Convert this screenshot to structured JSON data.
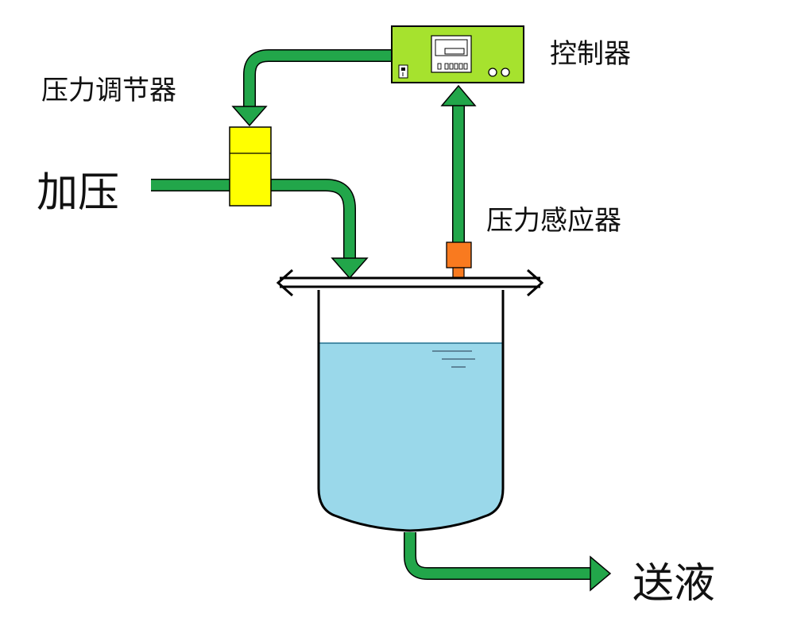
{
  "labels": {
    "pressure_regulator": "压力调节器",
    "controller": "控制器",
    "pressurize": "加压",
    "pressure_sensor": "压力感应器",
    "liquid_delivery": "送液"
  },
  "colors": {
    "pipe": "#22a64a",
    "regulator": "#ffff00",
    "controller": "#a6e22e",
    "sensor": "#f97a1f",
    "liquid": "#9ad8ea",
    "outline": "#000000"
  }
}
